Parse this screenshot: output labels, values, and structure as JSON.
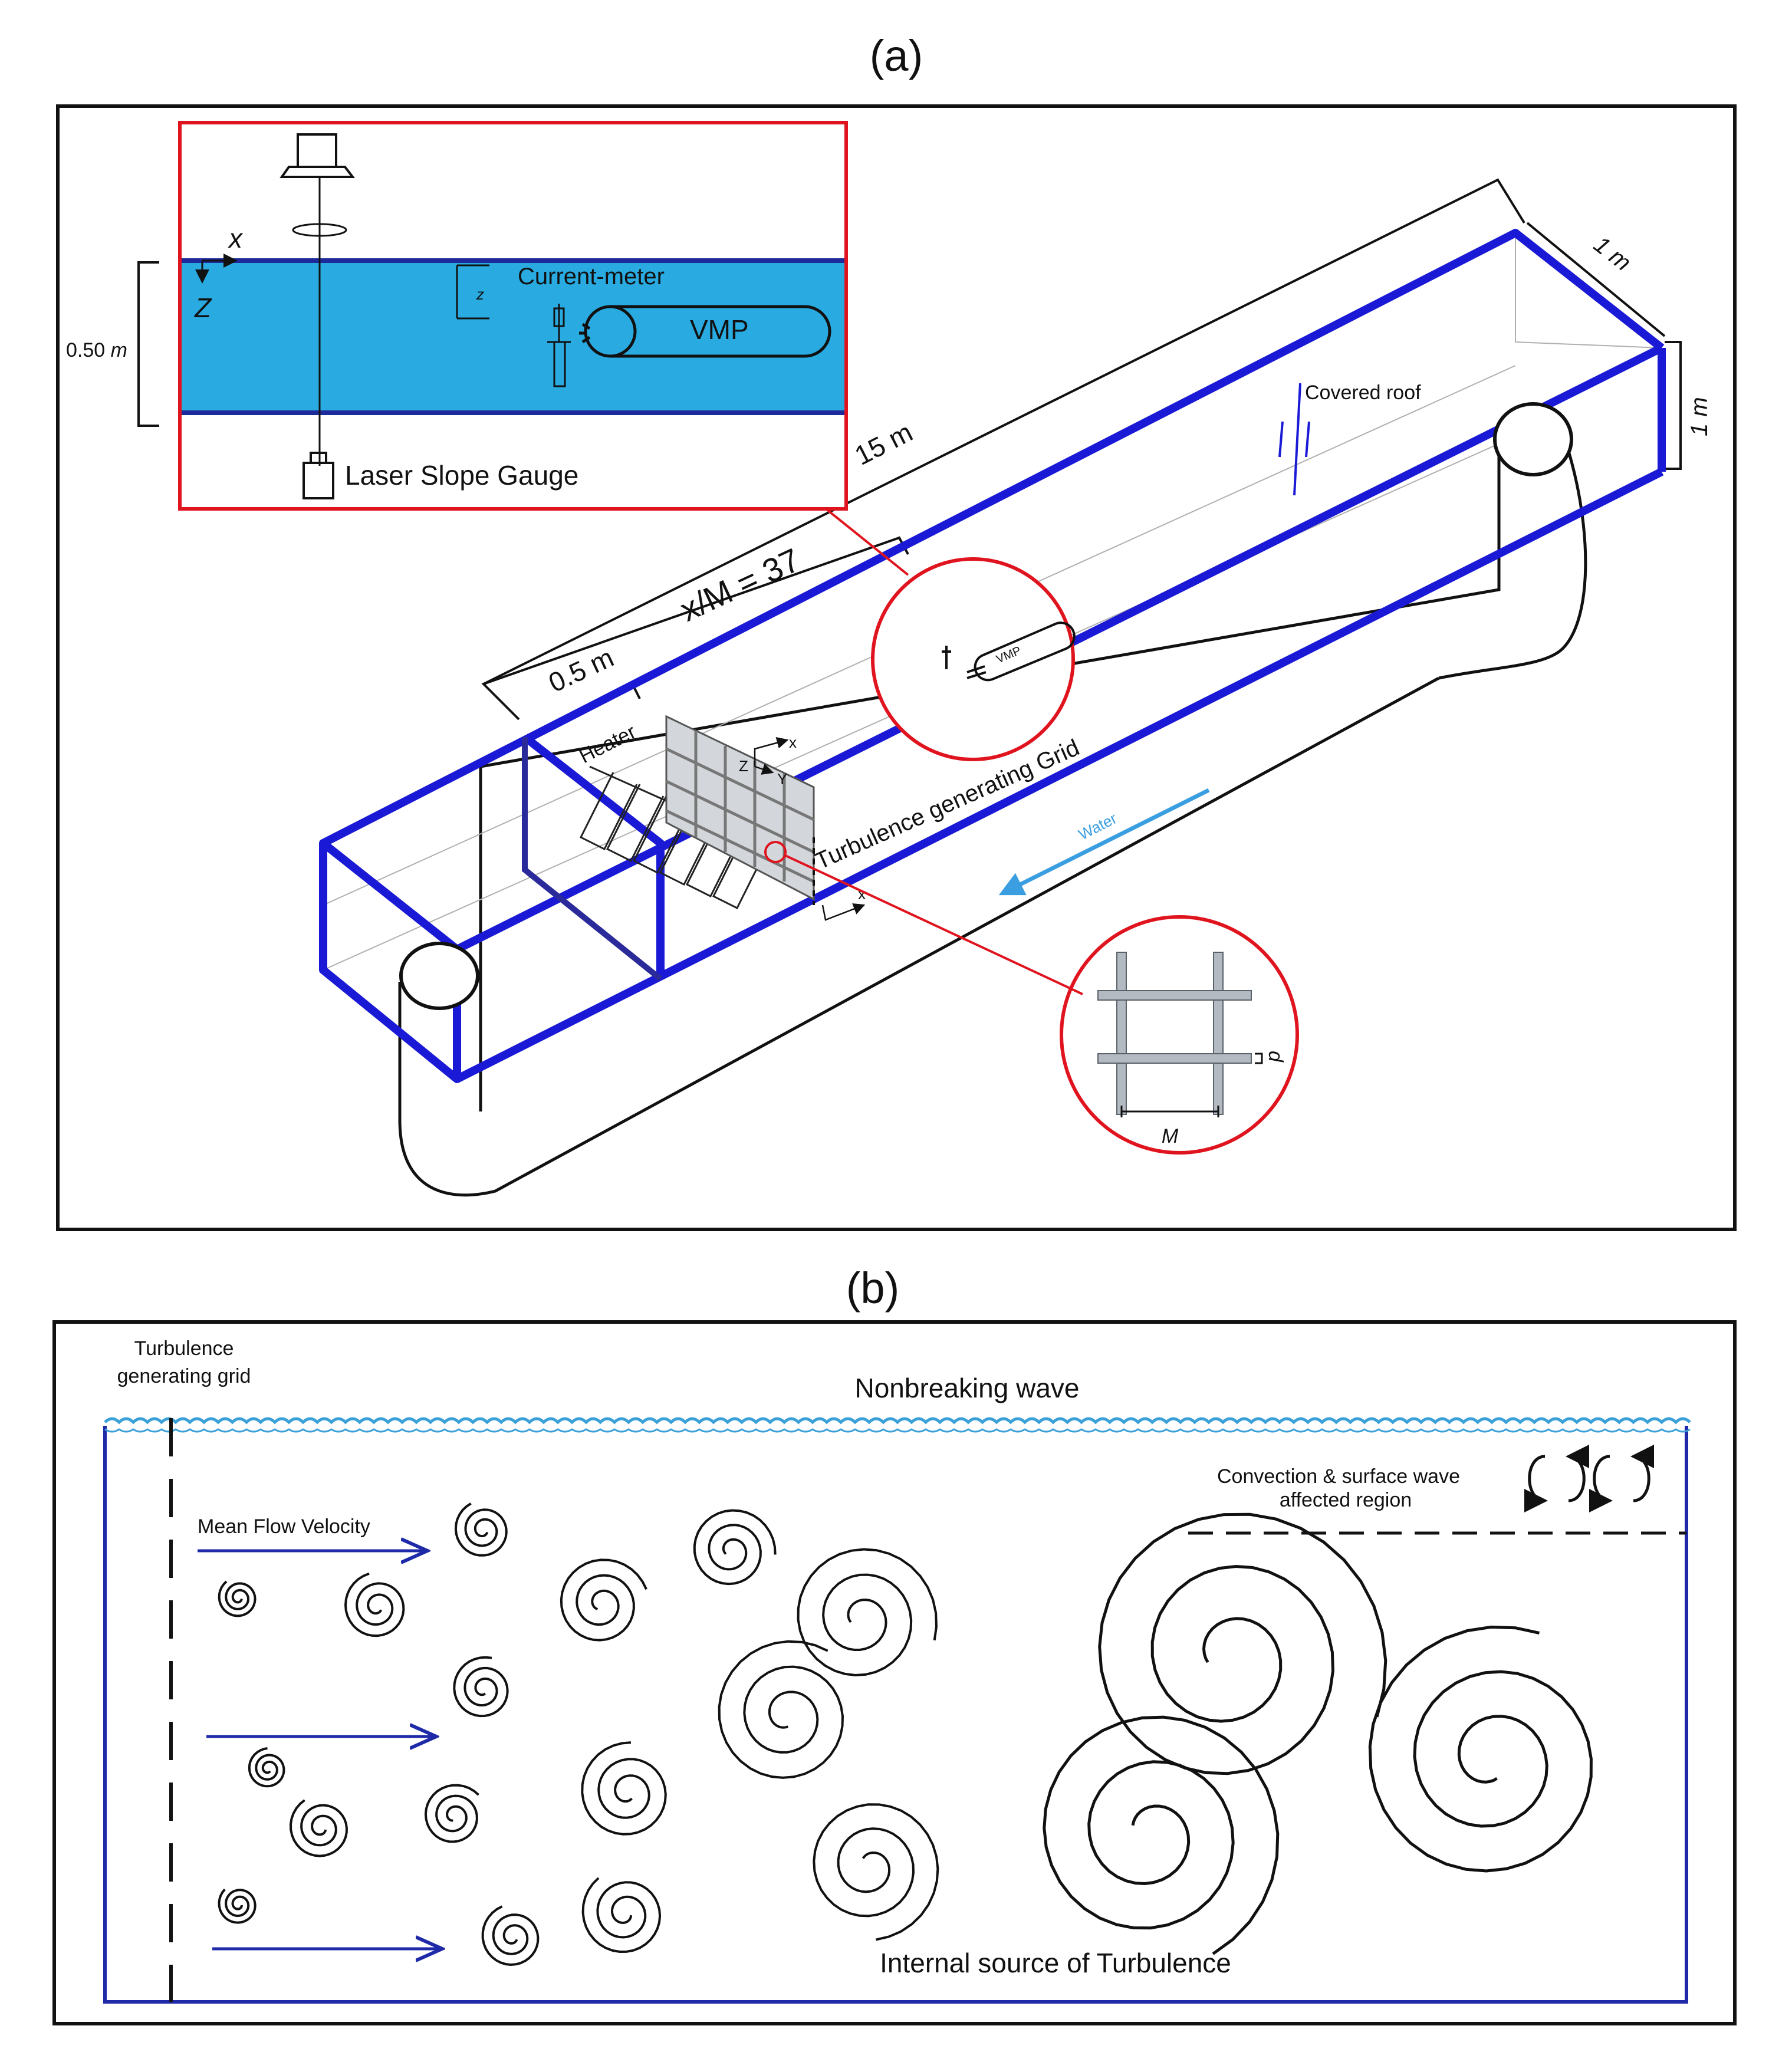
{
  "panel_a": {
    "label": "(a)",
    "inset": {
      "axis_x": "x",
      "axis_z": "Z",
      "axis_z_small": "z",
      "depth_value": "0.50",
      "depth_unit": "m",
      "current_meter": "Current-meter",
      "vmp": "VMP",
      "laser_gauge": "Laser Slope Gauge"
    },
    "dims": {
      "length": "15 m",
      "width": "1 m",
      "height": "1 m",
      "xm": "x/M = 37",
      "offset": "0.5 m"
    },
    "labels": {
      "covered_roof": "Covered roof",
      "heater": "Heater",
      "grid": "Turbulence generating Grid",
      "water": "Water",
      "vmp_small": "VMP",
      "grid_axis_z": "Z",
      "grid_axis_y": "Y",
      "grid_axis_x": "x",
      "floor_axis_x": "x",
      "mesh_m": "M",
      "bar_d": "d"
    },
    "colors": {
      "frame": "#1a1ad6",
      "water": "#29abe2",
      "inset_border": "#e0141e",
      "flow_arrow": "#3a9ee0"
    }
  },
  "panel_b": {
    "label": "(b)",
    "grid_label_1": "Turbulence",
    "grid_label_2": "generating grid",
    "wave": "Nonbreaking wave",
    "mean_flow": "Mean Flow Velocity",
    "conv_1": "Convection & surface wave",
    "conv_2": "affected region",
    "internal": "Internal source of Turbulence",
    "colors": {
      "tank": "#1f2aa8",
      "wave": "#3aa0d8"
    }
  }
}
